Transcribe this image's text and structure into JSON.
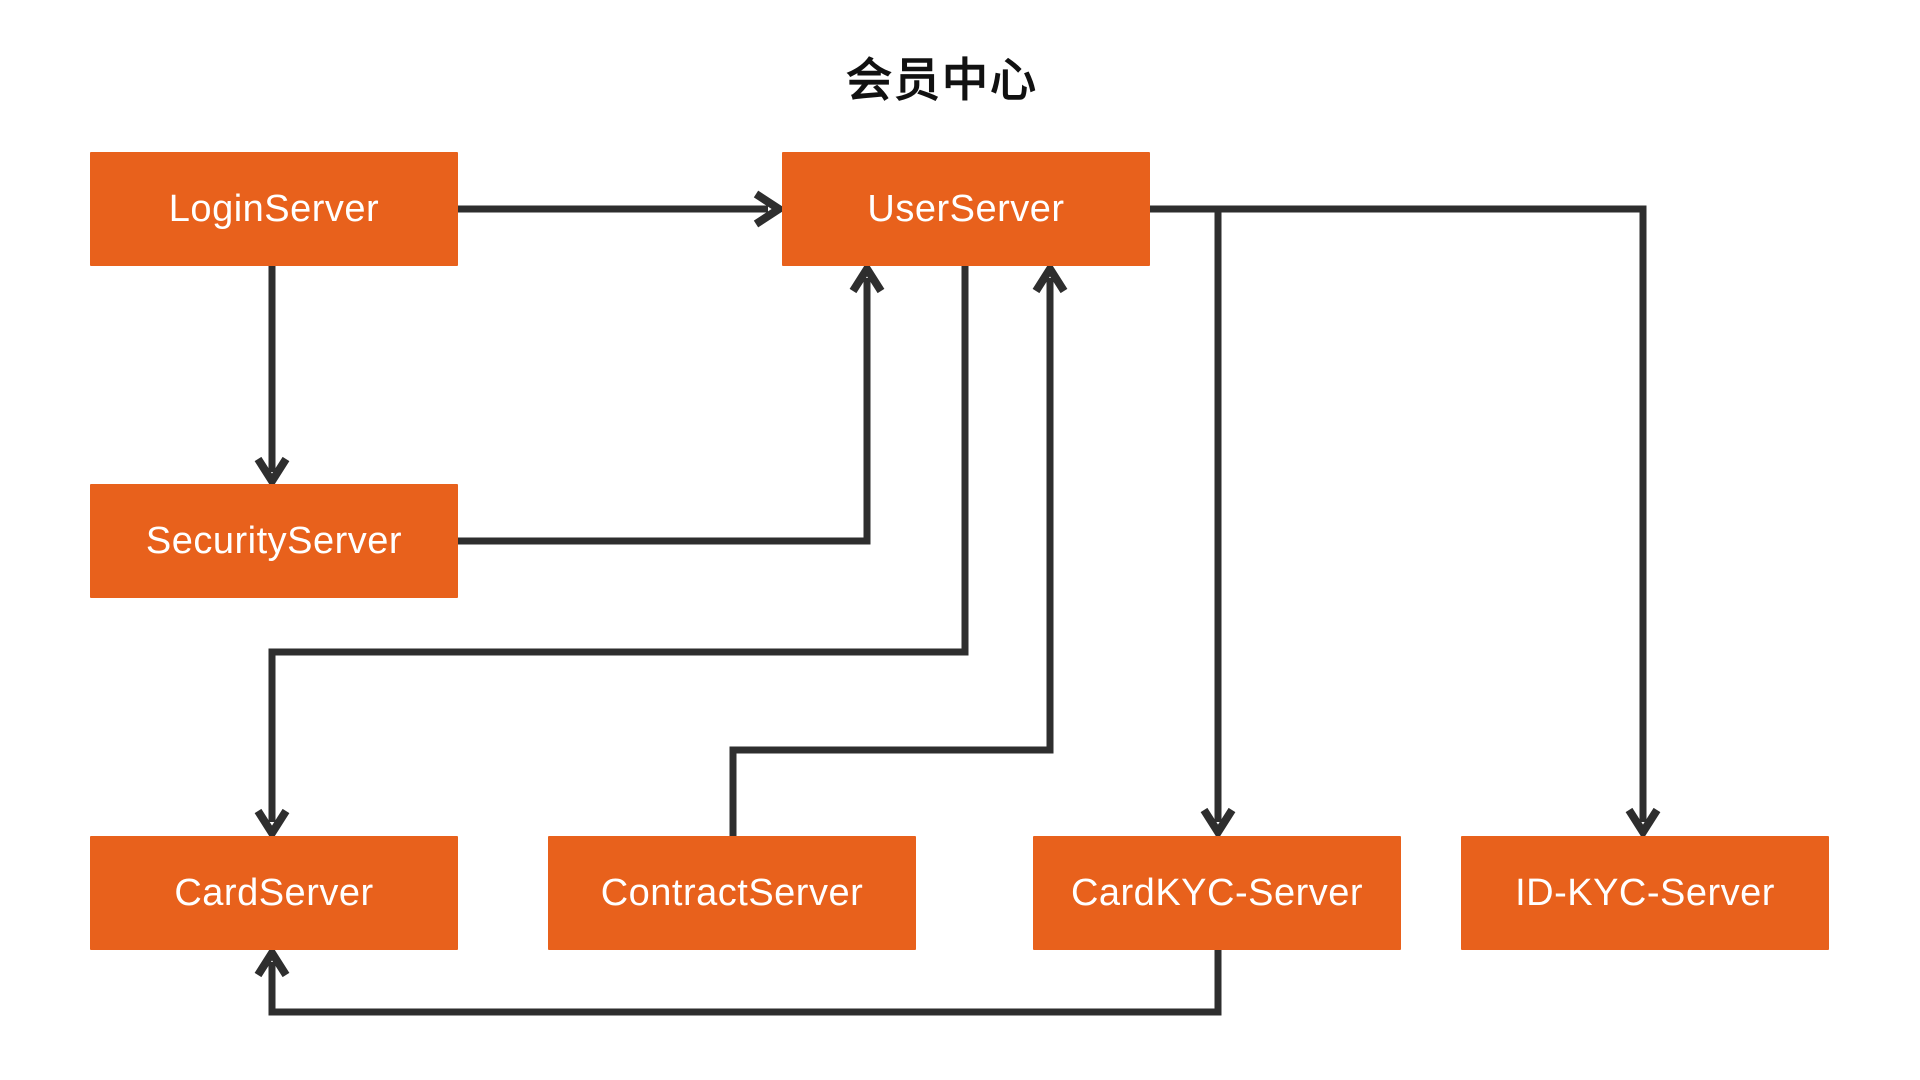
{
  "diagram": {
    "title": "会员中心",
    "type": "service-architecture-flowchart",
    "colors": {
      "background": "#ffffff",
      "title_text": "#111111",
      "node_fill": "#e8611c",
      "node_text": "#ffffff",
      "edge": "#2e2e2e"
    },
    "nodes": [
      {
        "id": "login-server",
        "label": "LoginServer"
      },
      {
        "id": "user-server",
        "label": "UserServer"
      },
      {
        "id": "security-server",
        "label": "SecurityServer"
      },
      {
        "id": "card-server",
        "label": "CardServer"
      },
      {
        "id": "contract-server",
        "label": "ContractServer"
      },
      {
        "id": "cardkyc-server",
        "label": "CardKYC-Server"
      },
      {
        "id": "id-kyc-server",
        "label": "ID-KYC-Server"
      }
    ],
    "edges": [
      {
        "from": "LoginServer",
        "to": "UserServer"
      },
      {
        "from": "LoginServer",
        "to": "SecurityServer"
      },
      {
        "from": "SecurityServer",
        "to": "UserServer"
      },
      {
        "from": "UserServer",
        "to": "CardServer"
      },
      {
        "from": "ContractServer",
        "to": "UserServer"
      },
      {
        "from": "UserServer",
        "to": "CardKYC-Server"
      },
      {
        "from": "UserServer",
        "to": "ID-KYC-Server"
      },
      {
        "from": "CardKYC-Server",
        "to": "CardServer"
      }
    ]
  }
}
